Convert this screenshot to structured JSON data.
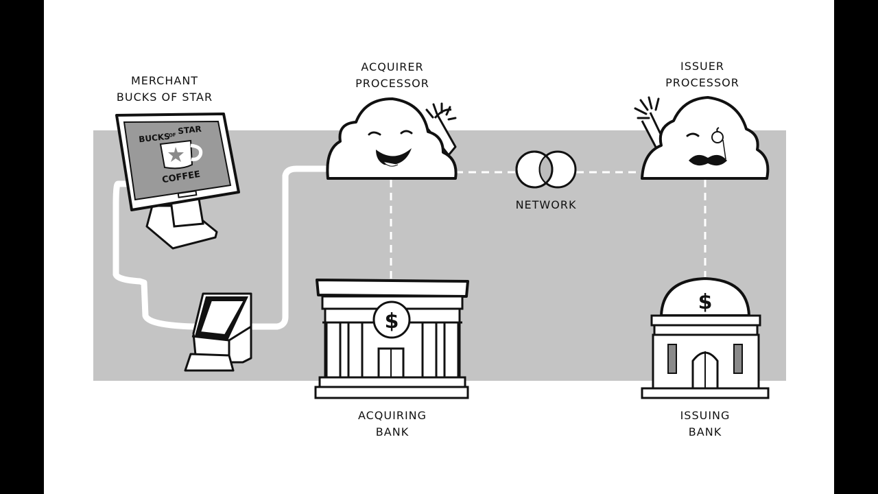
{
  "colors": {
    "background": "#ffffff",
    "band": "#c4c4c4",
    "ink": "#111111",
    "frame": "#000000"
  },
  "labels": {
    "merchant_line1": "MERCHANT",
    "merchant_line2": "BUCKS OF STAR",
    "acquirer_line1": "ACQUIRER",
    "acquirer_line2": "PROCESSOR",
    "issuer_line1": "ISSUER",
    "issuer_line2": "PROCESSOR",
    "network": "NETWORK",
    "acquiring_line1": "ACQUIRING",
    "acquiring_line2": "BANK",
    "issuing_line1": "ISSUING",
    "issuing_line2": "BANK"
  },
  "screen_text": {
    "brand_top_a": "BUCKS",
    "brand_top_of": "OF",
    "brand_top_b": "STAR",
    "brand_bottom": "COFFEE"
  },
  "symbols": {
    "acquiring_bank_sign": "$",
    "issuing_bank_sign": "$"
  },
  "icons": [
    "pos-terminal-icon",
    "card-reader-icon",
    "acquirer-cloud-icon",
    "issuer-cloud-icon",
    "network-circles-icon",
    "acquiring-bank-icon",
    "issuing-bank-icon"
  ]
}
